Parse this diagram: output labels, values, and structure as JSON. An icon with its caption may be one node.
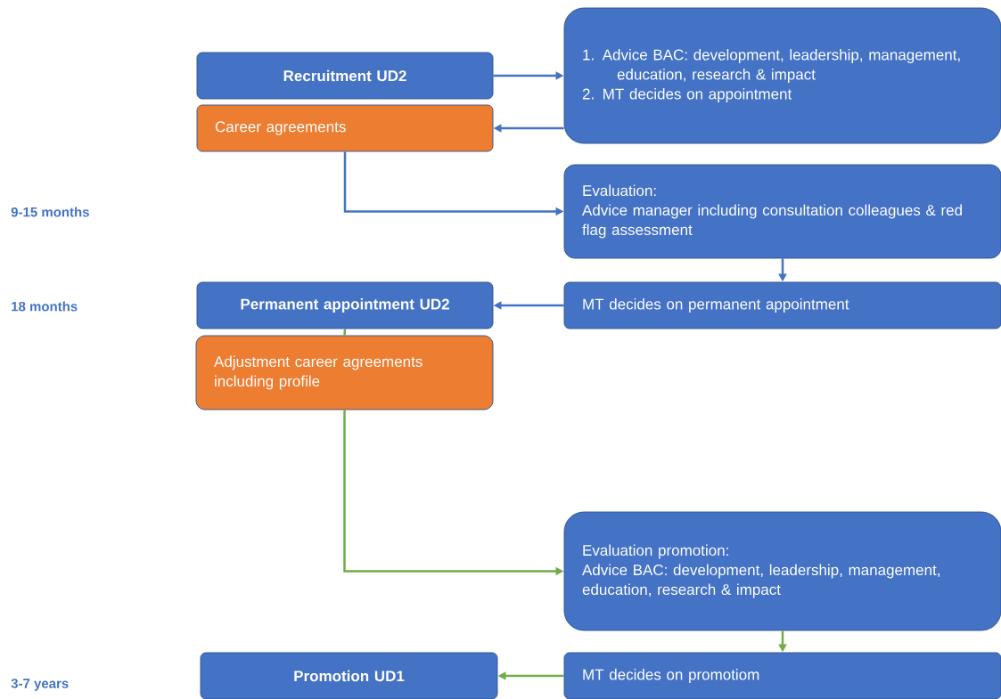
{
  "diagram": {
    "nodes": [
      {
        "text": [
          "Recruitment UD2"
        ]
      },
      {
        "text": [
          "Career agreements"
        ]
      },
      {
        "text": [
          "1. Advice BAC: development, leadership, management, education, research & impact",
          "2. MT decides on appointment"
        ]
      },
      {
        "text": [
          "Evaluation:",
          "Advice manager including consultation colleagues & red flag assessment"
        ]
      },
      {
        "text": [
          "Permanent appointment UD2"
        ]
      },
      {
        "text": [
          "MT decides on permanent appointment"
        ]
      },
      {
        "text": [
          "Adjustment career agreements including profile"
        ]
      },
      {
        "text": [
          "Evaluation promotion:",
          "Advice BAC: development, leadership, management, education, research & impact"
        ]
      },
      {
        "text": [
          "Promotion UD1"
        ]
      },
      {
        "text": [
          "MT decides on promotiom"
        ]
      }
    ],
    "edges": [
      {
        "from": 0,
        "to": 2,
        "arrow": "to"
      },
      {
        "from": 2,
        "to": 1,
        "arrow": "to"
      },
      {
        "from": 1,
        "to": 3,
        "arrow": "to"
      },
      {
        "from": 3,
        "to": 5,
        "arrow": "to"
      },
      {
        "from": 5,
        "to": 4,
        "arrow": "to"
      },
      {
        "from": 4,
        "to": 6,
        "arrow": "none",
        "color": "#70ad47"
      },
      {
        "from": 6,
        "to": 7,
        "arrow": "to",
        "color": "#70ad47"
      },
      {
        "from": 7,
        "to": 9,
        "arrow": "to",
        "color": "#70ad47"
      },
      {
        "from": 9,
        "to": 8,
        "arrow": "to",
        "color": "#70ad47"
      }
    ],
    "labels": [
      "9-15 months",
      "18 months",
      "3-7 years"
    ]
  }
}
